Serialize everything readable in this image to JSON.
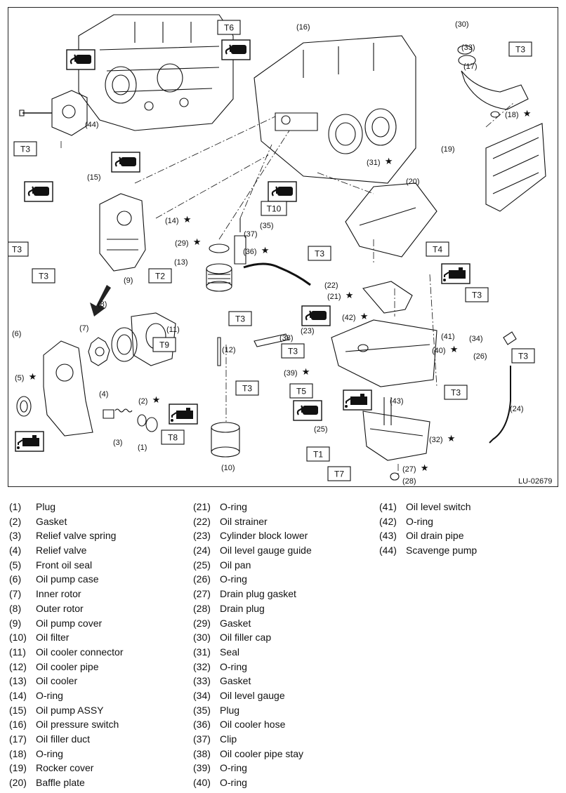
{
  "diagram": {
    "figure_code": "LU-02679",
    "callouts": [
      "(1)",
      "(2)",
      "(3)",
      "(4)",
      "(5)",
      "(6)",
      "(7)",
      "(8)",
      "(9)",
      "(10)",
      "(11)",
      "(12)",
      "(13)",
      "(14)",
      "(15)",
      "(16)",
      "(17)",
      "(18)",
      "(19)",
      "(20)",
      "(21)",
      "(22)",
      "(23)",
      "(24)",
      "(25)",
      "(26)",
      "(27)",
      "(28)",
      "(29)",
      "(30)",
      "(31)",
      "(32)",
      "(33)",
      "(34)",
      "(35)",
      "(36)",
      "(37)",
      "(38)",
      "(39)",
      "(40)",
      "(41)",
      "(42)",
      "(43)",
      "(44)"
    ],
    "torque_labels": [
      "T1",
      "T2",
      "T3",
      "T4",
      "T5",
      "T6",
      "T7",
      "T8",
      "T9",
      "T10"
    ],
    "star_symbol": "★"
  },
  "legend": {
    "column1": [
      {
        "num": "(1)",
        "name": "Plug"
      },
      {
        "num": "(2)",
        "name": "Gasket"
      },
      {
        "num": "(3)",
        "name": "Relief valve spring"
      },
      {
        "num": "(4)",
        "name": "Relief valve"
      },
      {
        "num": "(5)",
        "name": "Front oil seal"
      },
      {
        "num": "(6)",
        "name": "Oil pump case"
      },
      {
        "num": "(7)",
        "name": "Inner rotor"
      },
      {
        "num": "(8)",
        "name": "Outer rotor"
      },
      {
        "num": "(9)",
        "name": "Oil pump cover"
      },
      {
        "num": "(10)",
        "name": "Oil filter"
      },
      {
        "num": "(11)",
        "name": "Oil cooler connector"
      },
      {
        "num": "(12)",
        "name": "Oil cooler pipe"
      },
      {
        "num": "(13)",
        "name": "Oil cooler"
      },
      {
        "num": "(14)",
        "name": "O-ring"
      },
      {
        "num": "(15)",
        "name": "Oil pump ASSY"
      },
      {
        "num": "(16)",
        "name": "Oil pressure switch"
      },
      {
        "num": "(17)",
        "name": "Oil filler duct"
      },
      {
        "num": "(18)",
        "name": "O-ring"
      },
      {
        "num": "(19)",
        "name": "Rocker cover"
      },
      {
        "num": "(20)",
        "name": "Baffle plate"
      }
    ],
    "column2": [
      {
        "num": "(21)",
        "name": "O-ring"
      },
      {
        "num": "(22)",
        "name": "Oil strainer"
      },
      {
        "num": "(23)",
        "name": "Cylinder block lower"
      },
      {
        "num": "(24)",
        "name": "Oil level gauge guide"
      },
      {
        "num": "(25)",
        "name": "Oil pan"
      },
      {
        "num": "(26)",
        "name": "O-ring"
      },
      {
        "num": "(27)",
        "name": "Drain plug gasket"
      },
      {
        "num": "(28)",
        "name": "Drain plug"
      },
      {
        "num": "(29)",
        "name": "Gasket"
      },
      {
        "num": "(30)",
        "name": "Oil filler cap"
      },
      {
        "num": "(31)",
        "name": "Seal"
      },
      {
        "num": "(32)",
        "name": "O-ring"
      },
      {
        "num": "(33)",
        "name": "Gasket"
      },
      {
        "num": "(34)",
        "name": "Oil level gauge"
      },
      {
        "num": "(35)",
        "name": "Plug"
      },
      {
        "num": "(36)",
        "name": "Oil cooler hose"
      },
      {
        "num": "(37)",
        "name": "Clip"
      },
      {
        "num": "(38)",
        "name": "Oil cooler pipe stay"
      },
      {
        "num": "(39)",
        "name": "O-ring"
      },
      {
        "num": "(40)",
        "name": "O-ring"
      }
    ],
    "column3": [
      {
        "num": "(41)",
        "name": "Oil level switch"
      },
      {
        "num": "(42)",
        "name": "O-ring"
      },
      {
        "num": "(43)",
        "name": "Oil drain pipe"
      },
      {
        "num": "(44)",
        "name": "Scavenge pump"
      }
    ]
  }
}
